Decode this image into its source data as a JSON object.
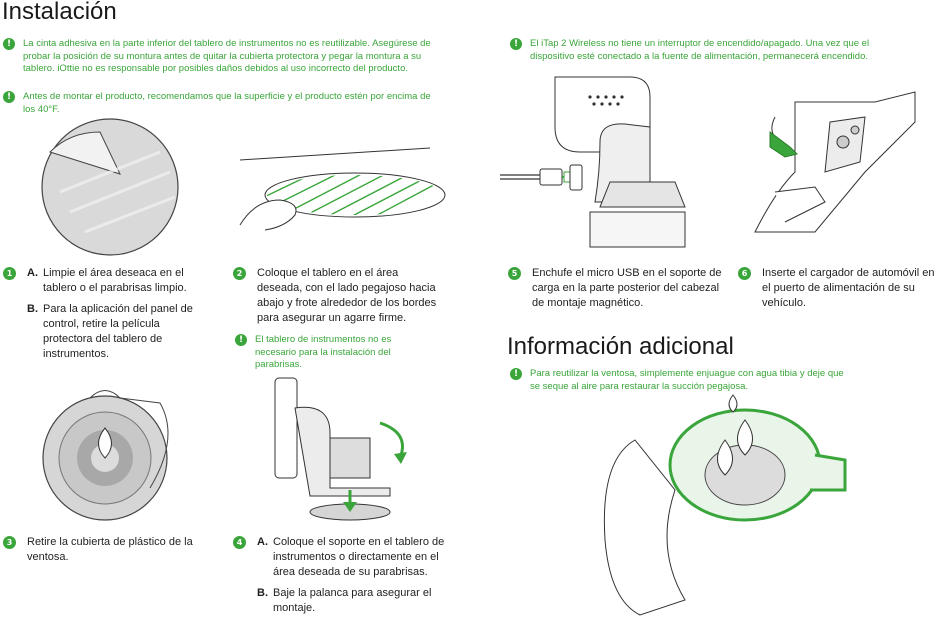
{
  "heading_install": "Instalación",
  "heading_info": "Información adicional",
  "notes": {
    "adhesive": "La cinta adhesiva en la parte inferior del tablero de instrumentos no es reutilizable. Asegúrese de probar la posición de su montura antes de quitar la cubierta protectora y pegar la montura a su tablero. iOttie no es responsable por posibles daños debidos al uso incorrecto del producto.",
    "temperature": "Antes de montar el producto, recomendamos que la superficie y el producto estén por encima de los 40°F.",
    "dashboard": "El tablero de instrumentos no es necesario para la instalación del parabrisas.",
    "wireless": "El iTap 2 Wireless no tiene un interruptor de encendido/apagado. Una vez que el dispositivo esté conectado a la fuente de alimentación, permanecerá encendido.",
    "suction": "Para reutilizar la ventosa, simplemente enjuague con agua tibia y deje que se seque al aire para restaurar la succión pegajosa."
  },
  "note_badge": "!",
  "steps": {
    "s1": {
      "num": "1",
      "a_label": "A.",
      "a_text": "Limpie el área deseaca en el tablero o el parabrisas limpio.",
      "b_label": "B.",
      "b_text": "Para la aplicación del panel de control, retire la película protectora del tablero de instrumentos."
    },
    "s2": {
      "num": "2",
      "text": "Coloque el tablero en el área deseada, con el lado pegajoso hacia abajo y frote alrededor de los bordes para asegurar un agarre firme."
    },
    "s3": {
      "num": "3",
      "text": "Retire la cubierta de plástico de la ventosa."
    },
    "s4": {
      "num": "4",
      "a_label": "A.",
      "a_text": "Coloque el soporte en el tablero de instrumentos o directamente en el área deseada de su parabrisas.",
      "b_label": "B.",
      "b_text": "Baje la palanca para asegurar el montaje."
    },
    "s5": {
      "num": "5",
      "text": "Enchufe el micro USB en el soporte de carga en la parte posterior del cabezal de montaje magnético."
    },
    "s6": {
      "num": "6",
      "text": "Inserte el cargador de automóvil en el puerto de alimentación de su vehículo."
    }
  },
  "accent_color": "#3aa53a",
  "illustrations": {
    "fig1": "dash-pad-peel-film",
    "fig2": "dash-pad-press",
    "fig3": "suction-cup-peel-cover",
    "fig4": "mount-lever-lock",
    "fig5": "micro-usb-plug",
    "fig6": "car-charger-socket",
    "fig7": "suction-cup-rinse"
  }
}
